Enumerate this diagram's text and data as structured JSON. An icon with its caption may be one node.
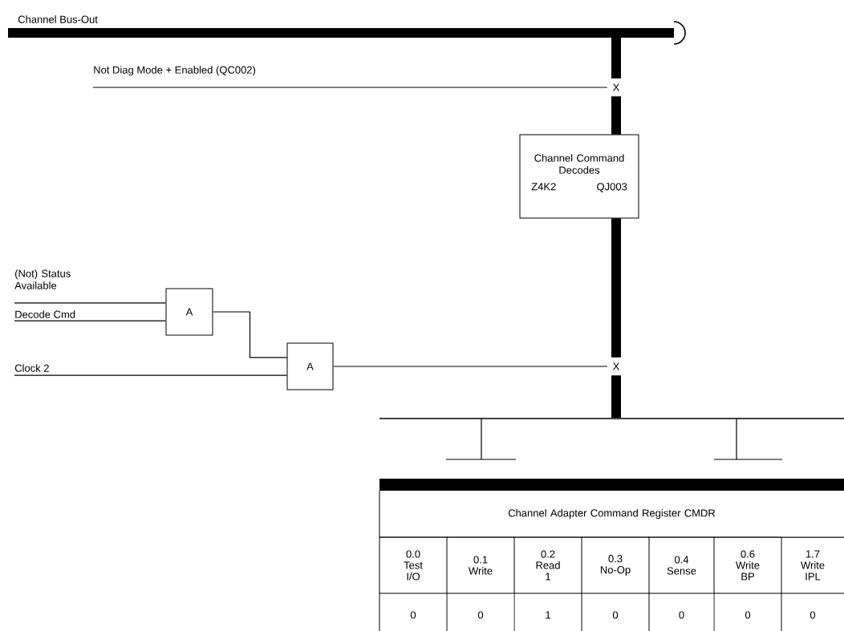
{
  "diagram": {
    "nodes": [
      {
        "text": [
          "Channel Bus-Out"
        ]
      },
      {
        "text": [
          "X"
        ]
      },
      {
        "text": [
          "Not Diag Mode + Enabled (QC002)"
        ]
      },
      {
        "text": [
          "Channel Command Decodes",
          "Z4K2",
          "QJ003"
        ]
      },
      {
        "text": [
          "(Not) Status Available"
        ]
      },
      {
        "text": [
          "Decode Cmd"
        ]
      },
      {
        "text": [
          "A"
        ]
      },
      {
        "text": [
          "Clock 2"
        ]
      },
      {
        "text": [
          "A"
        ]
      },
      {
        "text": [
          "X"
        ]
      },
      {
        "text": [],
        "shape": "bar"
      },
      {
        "text": [
          "Channel Adapter Command Register CMDR"
        ]
      }
    ],
    "edges": [
      {
        "from": 0,
        "to": 1,
        "arrow": "none",
        "style": "thick"
      },
      {
        "from": 2,
        "to": 1,
        "arrow": "none"
      },
      {
        "from": 1,
        "to": 3,
        "arrow": "none",
        "style": "thick"
      },
      {
        "from": 3,
        "to": 9,
        "arrow": "none",
        "style": "thick"
      },
      {
        "from": 4,
        "to": 6,
        "arrow": "none"
      },
      {
        "from": 5,
        "to": 6,
        "arrow": "none"
      },
      {
        "from": 6,
        "to": 8,
        "arrow": "none"
      },
      {
        "from": 7,
        "to": 8,
        "arrow": "none"
      },
      {
        "from": 8,
        "to": 9,
        "arrow": "none"
      },
      {
        "from": 9,
        "to": 10,
        "arrow": "none",
        "style": "thick"
      }
    ],
    "labels": [
      "0.0 Test I/O",
      "0.1 Write",
      "0.2 Read 1",
      "0.3 No-Op",
      "0.4 Sense",
      "0.6 Write BP",
      "1.7 Write IPL",
      "0",
      "0",
      "1",
      "0",
      "0",
      "0",
      "0"
    ]
  }
}
